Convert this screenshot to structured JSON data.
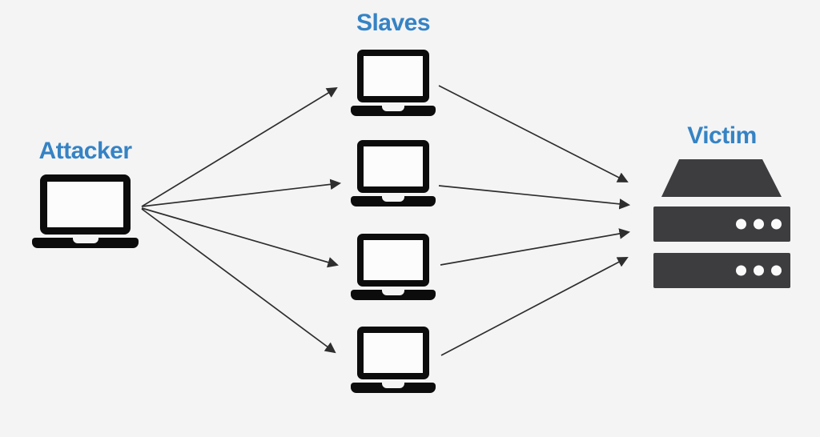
{
  "labels": {
    "attacker": "Attacker",
    "slaves": "Slaves",
    "victim": "Victim"
  },
  "colors": {
    "background": "#f4f4f5",
    "label_blue": "#3583c4",
    "laptop_black": "#0c0c0c",
    "server_gray": "#3d3d40",
    "arrow": "#2e2e2e",
    "server_dot": "#fafafa"
  },
  "diagram": {
    "type": "ddos-attack-flow",
    "nodes": [
      {
        "id": "attacker",
        "label": "Attacker",
        "icon": "laptop-icon"
      },
      {
        "id": "slave-1",
        "label": "",
        "icon": "laptop-icon",
        "group": "Slaves"
      },
      {
        "id": "slave-2",
        "label": "",
        "icon": "laptop-icon",
        "group": "Slaves"
      },
      {
        "id": "slave-3",
        "label": "",
        "icon": "laptop-icon",
        "group": "Slaves"
      },
      {
        "id": "slave-4",
        "label": "",
        "icon": "laptop-icon",
        "group": "Slaves"
      },
      {
        "id": "victim",
        "label": "Victim",
        "icon": "server-icon"
      }
    ],
    "edges": [
      {
        "from": "attacker",
        "to": "slave-1"
      },
      {
        "from": "attacker",
        "to": "slave-2"
      },
      {
        "from": "attacker",
        "to": "slave-3"
      },
      {
        "from": "attacker",
        "to": "slave-4"
      },
      {
        "from": "slave-1",
        "to": "victim"
      },
      {
        "from": "slave-2",
        "to": "victim"
      },
      {
        "from": "slave-3",
        "to": "victim"
      },
      {
        "from": "slave-4",
        "to": "victim"
      }
    ]
  }
}
